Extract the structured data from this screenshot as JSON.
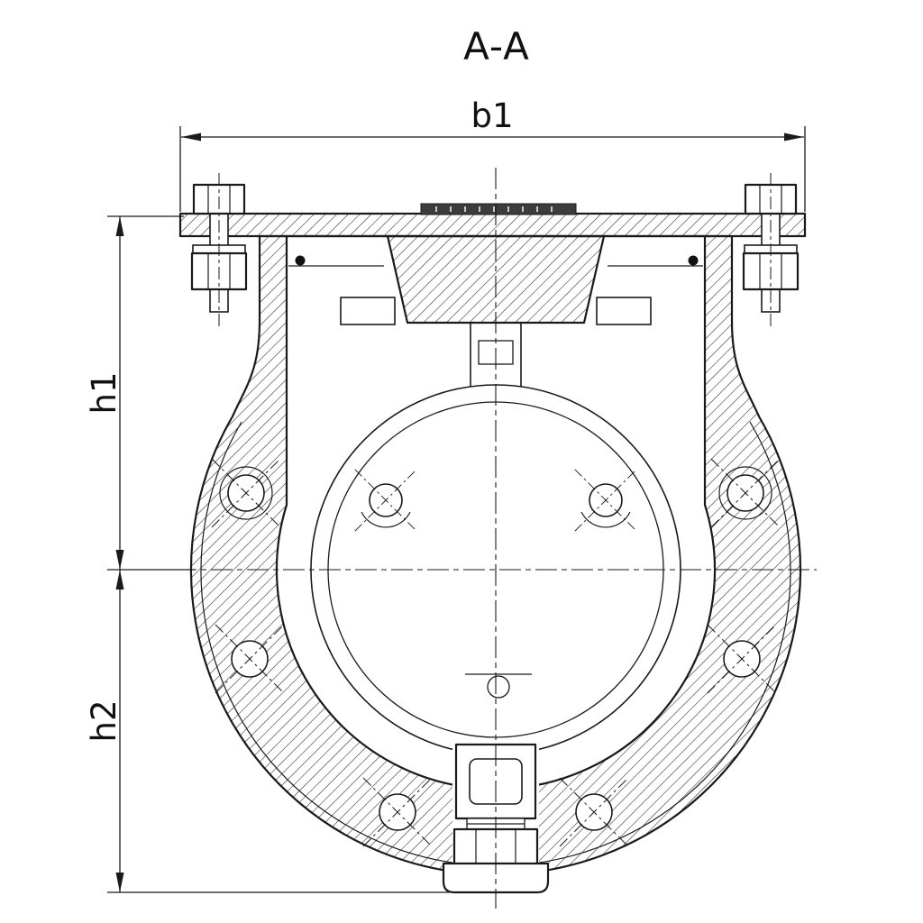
{
  "drawing": {
    "title": "A-A",
    "dimensions": {
      "width_top": "b1",
      "height_upper": "h1",
      "height_lower": "h2"
    }
  }
}
